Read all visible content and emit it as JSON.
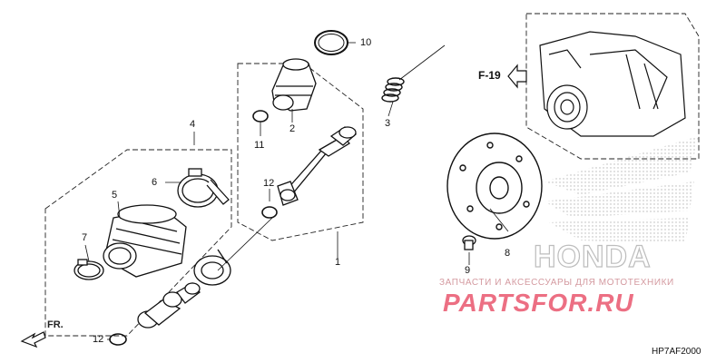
{
  "callouts": {
    "c1": "1",
    "c2": "2",
    "c3": "3",
    "c4": "4",
    "c5": "5",
    "c6": "6",
    "c7": "7",
    "c8": "8",
    "c9": "9",
    "c10": "10",
    "c11": "11",
    "c12a": "12",
    "c12b": "12"
  },
  "reference": {
    "label": "F-19"
  },
  "direction": {
    "label": "FR."
  },
  "watermark": {
    "caption": "ЗАПЧАСТИ И АКСЕССУАРЫ ДЛЯ МОТОТЕХНИКИ",
    "brand": "PARTSFOR.RU",
    "logo_text": "HONDA"
  },
  "diagram_code": "HP7AF2000",
  "colors": {
    "line": "#111111",
    "watermark_brand": "#ec6f83",
    "watermark_caption": "#d49aa0",
    "logo_gray": "#c8c8c8"
  }
}
